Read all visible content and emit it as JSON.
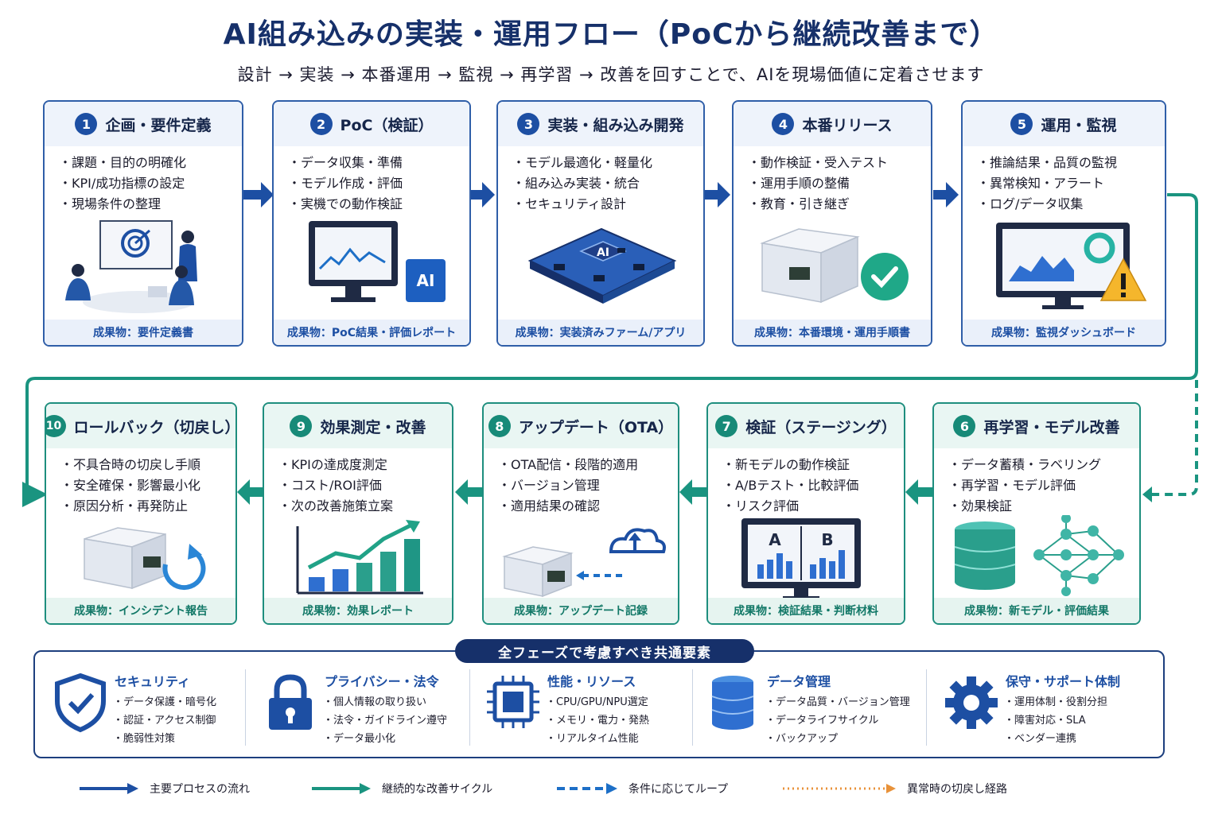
{
  "header": {
    "title": "AI組み込みの実装・運用フロー（PoCから継続改善まで）",
    "subtitle": "設計 → 実装 → 本番運用 → 監視 → 再学習 → 改善を回すことで、AIを現場価値に定着させます"
  },
  "phases": [
    {
      "num": "1",
      "title": "企画・要件定義",
      "bullets": [
        "課題・目的の明確化",
        "KPI/成功指標の設定",
        "現場条件の整理"
      ],
      "deliverable": "成果物：要件定義書",
      "icon": "meeting-illustration"
    },
    {
      "num": "2",
      "title": "PoC（検証）",
      "bullets": [
        "データ収集・準備",
        "モデル作成・評価",
        "実機での動作検証"
      ],
      "deliverable": "成果物：PoC結果・評価レポート",
      "icon": "monitor-ai-illustration",
      "badge": "AI"
    },
    {
      "num": "3",
      "title": "実装・組み込み開発",
      "bullets": [
        "モデル最適化・軽量化",
        "組み込み実装・統合",
        "セキュリティ設計"
      ],
      "deliverable": "成果物：実装済みファーム/アプリ",
      "icon": "ai-chip-board-illustration",
      "badge": "AI"
    },
    {
      "num": "4",
      "title": "本番リリース",
      "bullets": [
        "動作検証・受入テスト",
        "運用手順の整備",
        "教育・引き継ぎ"
      ],
      "deliverable": "成果物：本番環境・運用手順書",
      "icon": "device-check-illustration"
    },
    {
      "num": "5",
      "title": "運用・監視",
      "bullets": [
        "推論結果・品質の監視",
        "異常検知・アラート",
        "ログ/データ収集"
      ],
      "deliverable": "成果物：監視ダッシュボード",
      "icon": "dashboard-warning-illustration"
    },
    {
      "num": "6",
      "title": "再学習・モデル改善",
      "bullets": [
        "データ蓄積・ラベリング",
        "再学習・モデル評価",
        "効果検証"
      ],
      "deliverable": "成果物：新モデル・評価結果",
      "icon": "database-network-illustration"
    },
    {
      "num": "7",
      "title": "検証（ステージング）",
      "bullets": [
        "新モデルの動作検証",
        "A/Bテスト・比較評価",
        "リスク評価"
      ],
      "deliverable": "成果物：検証結果・判断材料",
      "icon": "ab-test-monitor-illustration",
      "labels": [
        "A",
        "B"
      ]
    },
    {
      "num": "8",
      "title": "アップデート（OTA）",
      "bullets": [
        "OTA配信・段階的適用",
        "バージョン管理",
        "適用結果の確認"
      ],
      "deliverable": "成果物：アップデート記録",
      "icon": "cloud-upload-illustration"
    },
    {
      "num": "9",
      "title": "効果測定・改善",
      "bullets": [
        "KPIの達成度測定",
        "コスト/ROI評価",
        "次の改善施策立案"
      ],
      "deliverable": "成果物：効果レポート",
      "icon": "growth-chart-illustration"
    },
    {
      "num": "10",
      "title": "ロールバック（切戻し）",
      "bullets": [
        "不具合時の切戻し手順",
        "安全確保・影響最小化",
        "原因分析・再発防止"
      ],
      "deliverable": "成果物：インシデント報告",
      "icon": "device-rollback-illustration"
    }
  ],
  "common": {
    "title": "全フェーズで考慮すべき共通要素",
    "items": [
      {
        "title": "セキュリティ",
        "bullets": [
          "データ保護・暗号化",
          "認証・アクセス制御",
          "脆弱性対策"
        ],
        "icon": "shield-check-icon"
      },
      {
        "title": "プライバシー・法令",
        "bullets": [
          "個人情報の取り扱い",
          "法令・ガイドライン遵守",
          "データ最小化"
        ],
        "icon": "lock-icon"
      },
      {
        "title": "性能・リソース",
        "bullets": [
          "CPU/GPU/NPU選定",
          "メモリ・電力・発熱",
          "リアルタイム性能"
        ],
        "icon": "chip-icon"
      },
      {
        "title": "データ管理",
        "bullets": [
          "データ品質・バージョン管理",
          "データライフサイクル",
          "バックアップ"
        ],
        "icon": "database-icon"
      },
      {
        "title": "保守・サポート体制",
        "bullets": [
          "運用体制・役割分担",
          "障害対応・SLA",
          "ベンダー連携"
        ],
        "icon": "gear-icon"
      }
    ]
  },
  "legend": [
    {
      "label": "主要プロセスの流れ",
      "style": "solid",
      "color": "#1d4fa3"
    },
    {
      "label": "継続的な改善サイクル",
      "style": "solid",
      "color": "#1a9480"
    },
    {
      "label": "条件に応じてループ",
      "style": "dashed",
      "color": "#1d6fc7"
    },
    {
      "label": "異常時の切戻し経路",
      "style": "dotted",
      "color": "#e8923a"
    }
  ],
  "colors": {
    "navy": "#16306a",
    "blue": "#1d4fa3",
    "teal": "#178a78",
    "orange": "#e8923a"
  }
}
